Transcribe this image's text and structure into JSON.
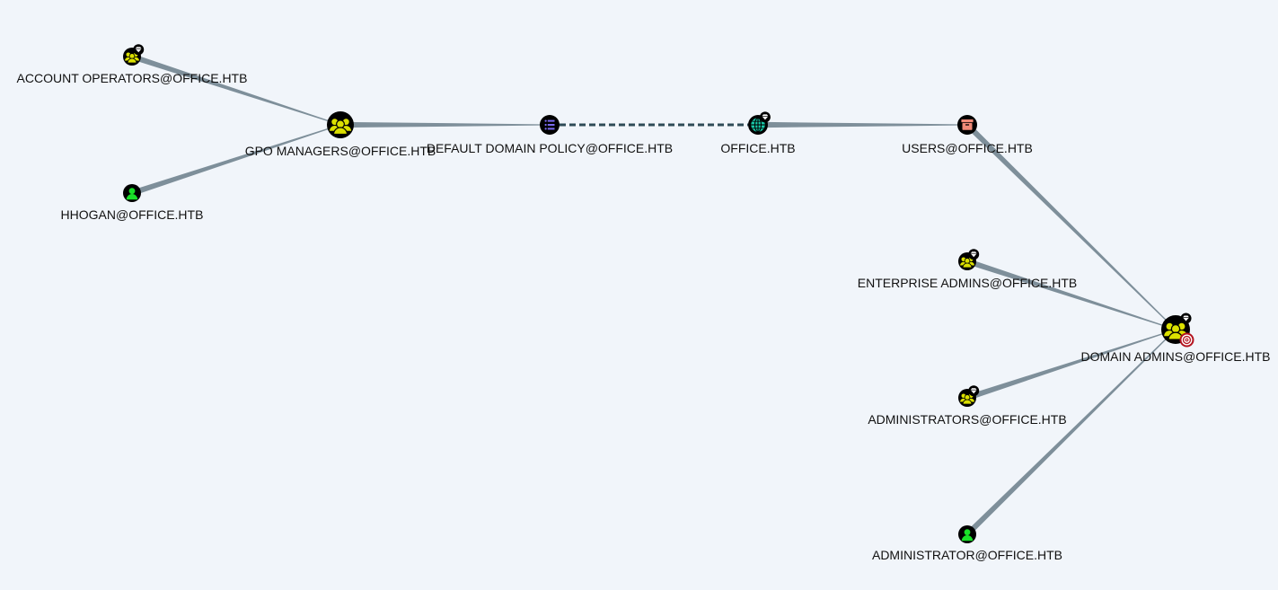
{
  "colors": {
    "background": "#f1f5fa",
    "edge": "#7e8f9a",
    "edge_dashed": "#2f4b57",
    "group_fill": "#dbe000",
    "user_fill": "#19e028",
    "gpo_fill": "#7c6cf2",
    "domain_fill": "#19c8a8",
    "container_fill": "#f08a78",
    "node_bg": "#000000",
    "target_badge": "#b3121e"
  },
  "nodes": [
    {
      "id": "account_operators",
      "label": "ACCOUNT OPERATORS@OFFICE.HTB",
      "type": "group",
      "icon": "group-icon",
      "badge": "gem-icon"
    },
    {
      "id": "gpo_managers",
      "label": "GPO MANAGERS@OFFICE.HTB",
      "type": "group",
      "icon": "group-icon"
    },
    {
      "id": "hhogan",
      "label": "HHOGAN@OFFICE.HTB",
      "type": "user",
      "icon": "user-icon"
    },
    {
      "id": "default_domain_policy",
      "label": "DEFAULT DOMAIN POLICY@OFFICE.HTB",
      "type": "gpo",
      "icon": "list-icon"
    },
    {
      "id": "office_htb",
      "label": "OFFICE.HTB",
      "type": "domain",
      "icon": "globe-icon",
      "badge": "gem-icon"
    },
    {
      "id": "users",
      "label": "USERS@OFFICE.HTB",
      "type": "container",
      "icon": "box-icon"
    },
    {
      "id": "enterprise_admins",
      "label": "ENTERPRISE ADMINS@OFFICE.HTB",
      "type": "group",
      "icon": "group-icon",
      "badge": "gem-icon"
    },
    {
      "id": "domain_admins",
      "label": "DOMAIN ADMINS@OFFICE.HTB",
      "type": "group",
      "icon": "group-icon",
      "badge": "gem-icon",
      "badge2": "target-icon"
    },
    {
      "id": "administrators",
      "label": "ADMINISTRATORS@OFFICE.HTB",
      "type": "group",
      "icon": "group-icon",
      "badge": "gem-icon"
    },
    {
      "id": "administrator",
      "label": "ADMINISTRATOR@OFFICE.HTB",
      "type": "user",
      "icon": "user-icon"
    }
  ],
  "edges": [
    {
      "from": "account_operators",
      "to": "gpo_managers",
      "style": "solid"
    },
    {
      "from": "hhogan",
      "to": "gpo_managers",
      "style": "solid"
    },
    {
      "from": "gpo_managers",
      "to": "default_domain_policy",
      "style": "solid"
    },
    {
      "from": "default_domain_policy",
      "to": "office_htb",
      "style": "dashed"
    },
    {
      "from": "office_htb",
      "to": "users",
      "style": "solid"
    },
    {
      "from": "users",
      "to": "domain_admins",
      "style": "solid"
    },
    {
      "from": "enterprise_admins",
      "to": "domain_admins",
      "style": "solid"
    },
    {
      "from": "administrators",
      "to": "domain_admins",
      "style": "solid"
    },
    {
      "from": "administrator",
      "to": "domain_admins",
      "style": "solid"
    }
  ]
}
